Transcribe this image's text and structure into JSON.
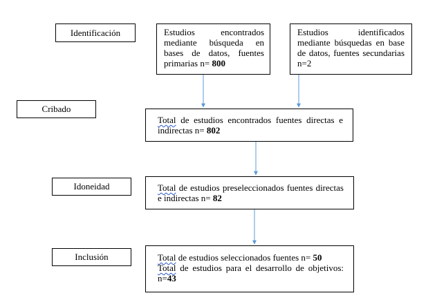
{
  "stages": {
    "identificacion": "Identificación",
    "cribado": "Cribado",
    "idoneidad": "Idoneidad",
    "inclusion": "Inclusión"
  },
  "boxes": {
    "primary": {
      "text": "Estudios encontrados mediante búsqueda en bases de datos, fuentes primarias n=",
      "count": "800"
    },
    "secondary": {
      "text": "Estudios identificados mediante búsquedas en base de datos, fuentes secundarias n=2"
    },
    "total_found": {
      "word": "Total",
      "text": " de estudios encontrados fuentes directas e indirectas n= ",
      "count": "802"
    },
    "preselected": {
      "word": "Total",
      "text": " de estudios preseleccionados fuentes directas e indirectas n= ",
      "count": "82"
    },
    "selected": {
      "word": "Total",
      "text": " de estudios seleccionados fuentes n= ",
      "count": "50",
      "word2": "Total",
      "text2": " de estudios para el desarrollo de objetivos: n=",
      "count2": "43"
    }
  },
  "colors": {
    "arrow": "#5b9bd5",
    "border": "#000000"
  }
}
